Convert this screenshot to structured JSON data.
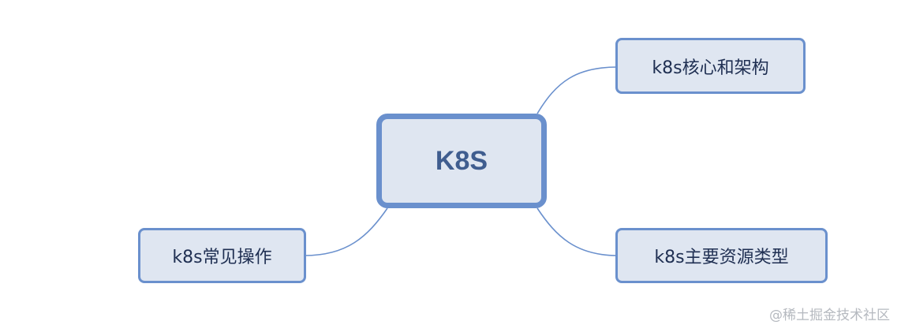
{
  "mindmap": {
    "root": {
      "label": "K8S"
    },
    "branches": [
      {
        "id": "core",
        "label": "k8s核心和架构"
      },
      {
        "id": "ops",
        "label": "k8s常见操作"
      },
      {
        "id": "resources",
        "label": "k8s主要资源类型"
      }
    ]
  },
  "colors": {
    "node_fill": "#dfe6f1",
    "node_border": "#6a90cd",
    "connector": "#6a90cd",
    "root_text": "#3f5d8f",
    "node_text": "#1f2f52"
  },
  "watermark": "@稀土掘金技术社区"
}
